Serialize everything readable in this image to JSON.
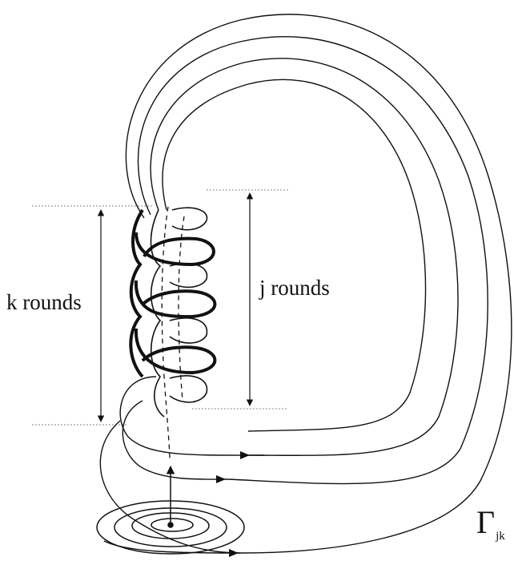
{
  "labels": {
    "k_rounds": "k rounds",
    "j_rounds": "j rounds",
    "gamma_symbol": "Γ",
    "gamma_subscript": "jk"
  },
  "colors": {
    "ink": "#111111",
    "guide": "#8a8a8a",
    "background": "#ffffff"
  }
}
